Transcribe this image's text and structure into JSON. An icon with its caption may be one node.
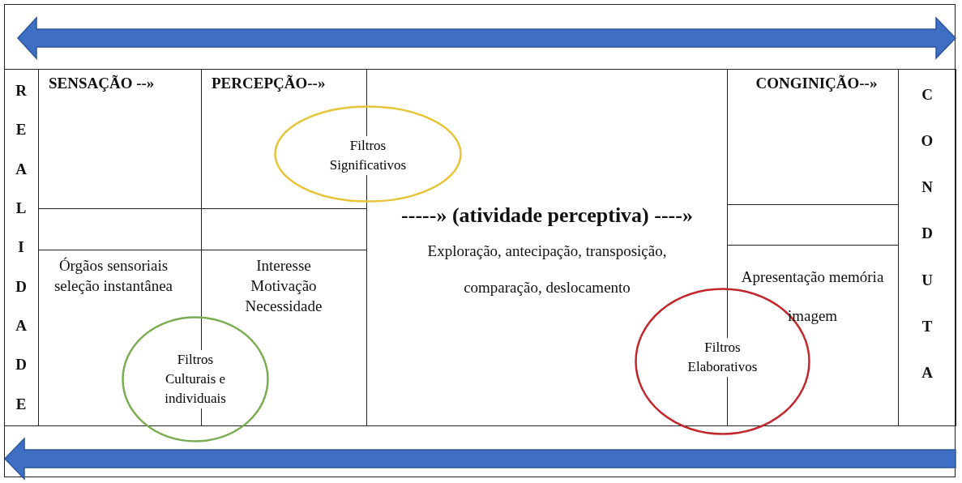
{
  "diagram": {
    "nodes": [
      {
        "text": [
          "REALIDADE"
        ]
      },
      {
        "text": [
          "SENSAÇÃO --»"
        ]
      },
      {
        "text": [
          "PERCEPÇÃO--»"
        ]
      },
      {
        "text": [
          "-----» (atividade perceptiva) ----»",
          "Exploração, antecipação, transposição, comparação, deslocamento"
        ]
      },
      {
        "text": [
          "CONGINIÇÃO--»"
        ]
      },
      {
        "text": [
          "CONDUTA"
        ]
      },
      {
        "text": [
          "Órgãos sensoriais seleção instantânea"
        ]
      },
      {
        "text": [
          "Interesse Motivação Necessidade"
        ]
      },
      {
        "text": [
          "Apresentação memória imagem"
        ]
      },
      {
        "text": [
          "Filtros Significativos"
        ]
      },
      {
        "text": [
          "Filtros Culturais e individuais"
        ]
      },
      {
        "text": [
          "Filtros Elaborativos"
        ]
      }
    ]
  }
}
